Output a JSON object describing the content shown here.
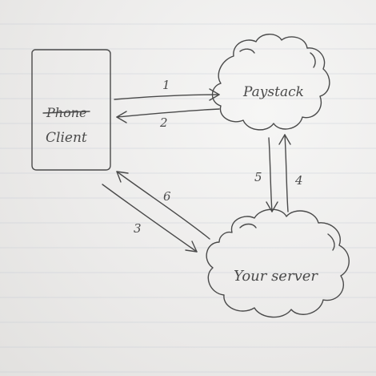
{
  "diagram": {
    "nodes": {
      "client": {
        "struck_label": "Phone",
        "label": "Client"
      },
      "paystack": {
        "label": "Paystack"
      },
      "servers": {
        "label": "Your server"
      }
    },
    "arrows": [
      {
        "label": "1",
        "from": "client",
        "to": "paystack"
      },
      {
        "label": "2",
        "from": "paystack",
        "to": "client"
      },
      {
        "label": "3",
        "from": "client",
        "to": "servers"
      },
      {
        "label": "4",
        "from": "servers",
        "to": "paystack"
      },
      {
        "label": "5",
        "from": "paystack",
        "to": "servers"
      },
      {
        "label": "6",
        "from": "servers",
        "to": "client"
      }
    ],
    "colors": {
      "ink": "#4a4a4a",
      "paper": "#eeeeed",
      "rule_lines": "#b9c0cd"
    }
  }
}
